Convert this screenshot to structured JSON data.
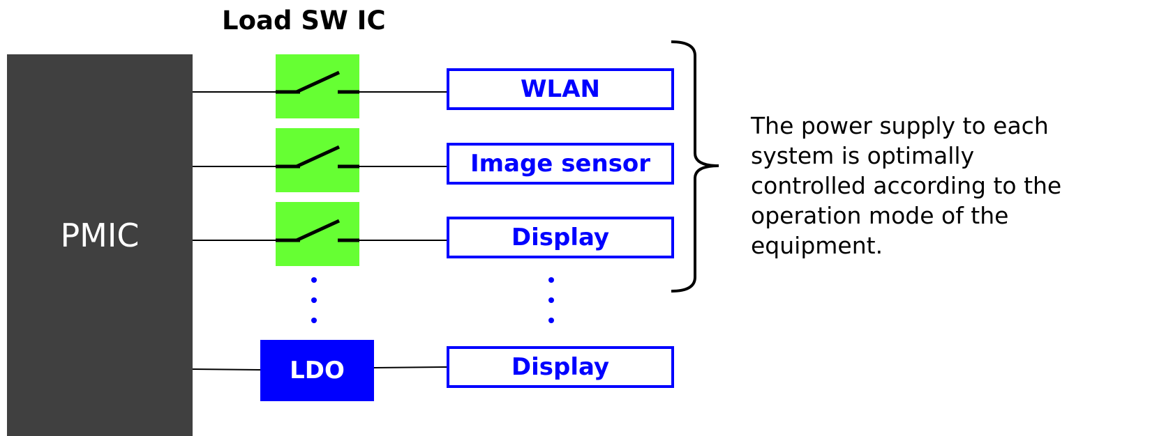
{
  "title": "Load SW IC",
  "pmic_label": "PMIC",
  "ldo_label": "LDO",
  "loads": [
    "WLAN",
    "Image sensor",
    "Display",
    "Display"
  ],
  "description_lines": [
    "The power supply to each",
    "system is optimally",
    "controlled according to the",
    "operation mode of the",
    "equipment."
  ],
  "colors": {
    "pmic": "#404040",
    "switch_fill": "#66ff33",
    "load_blue": "#0000ff",
    "wire": "#000000"
  }
}
